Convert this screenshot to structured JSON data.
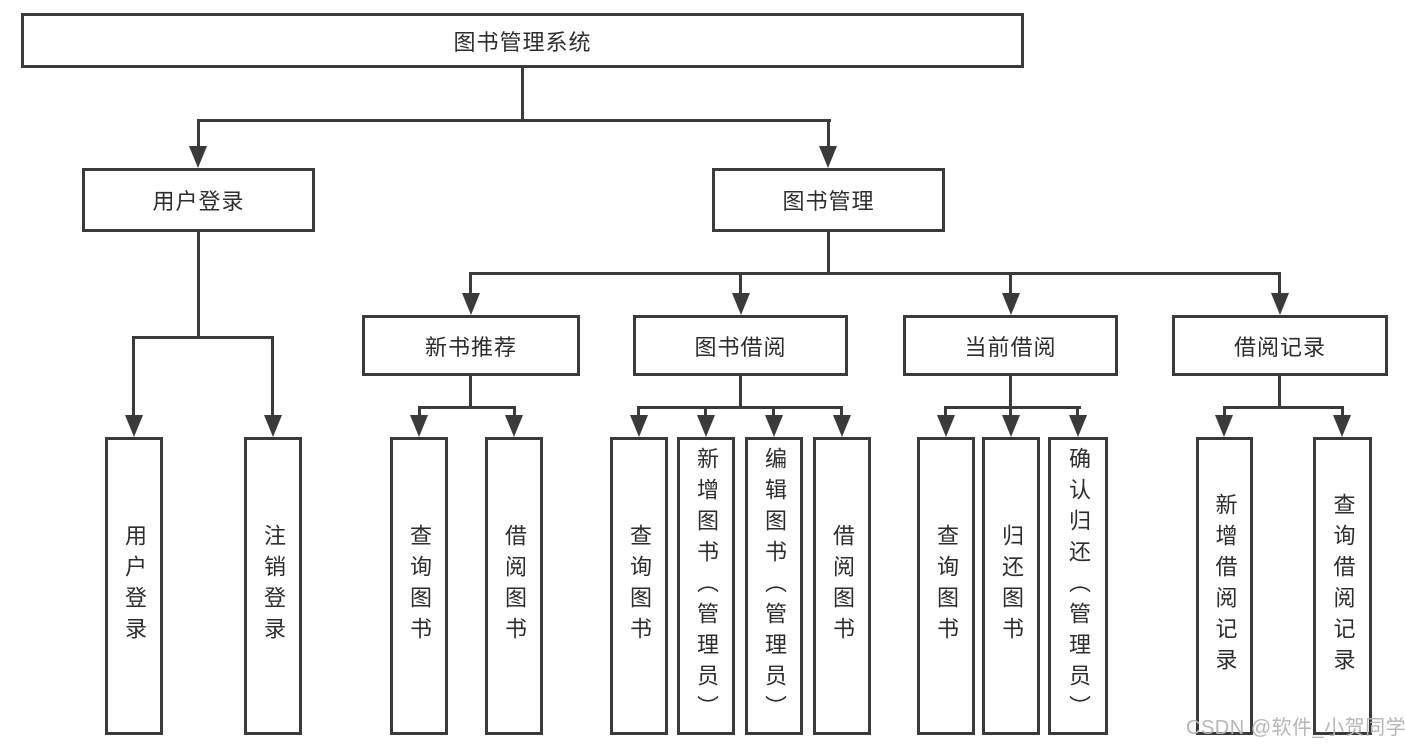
{
  "diagram": {
    "type": "tree-diagram",
    "title": "图书管理系统",
    "watermark": "CSDN @软件_小贺同学",
    "colors": {
      "line": "#3a3a3a",
      "border": "#3a3a3a",
      "text": "#2d2d2d",
      "background": "#ffffff",
      "watermark": "#b6b6b6"
    }
  },
  "hierarchy": {
    "label": "图书管理系统",
    "children": [
      {
        "label": "用户登录",
        "children": [
          {
            "label": "用户登录"
          },
          {
            "label": "注销登录"
          }
        ]
      },
      {
        "label": "图书管理",
        "children": [
          {
            "label": "新书推荐",
            "children": [
              {
                "label": "查询图书"
              },
              {
                "label": "借阅图书"
              }
            ]
          },
          {
            "label": "图书借阅",
            "children": [
              {
                "label": "查询图书"
              },
              {
                "label": "新增图书（管理员）"
              },
              {
                "label": "编辑图书（管理员）"
              },
              {
                "label": "借阅图书"
              }
            ]
          },
          {
            "label": "当前借阅",
            "children": [
              {
                "label": "查询图书"
              },
              {
                "label": "归还图书"
              },
              {
                "label": "确认归还（管理员）"
              }
            ]
          },
          {
            "label": "借阅记录",
            "children": [
              {
                "label": "新增借阅记录"
              },
              {
                "label": "查询借阅记录"
              }
            ]
          }
        ]
      }
    ]
  }
}
